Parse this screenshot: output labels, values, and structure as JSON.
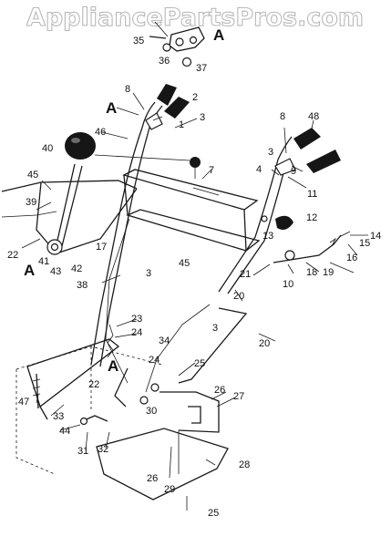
{
  "watermark": "AppliancePartsPros.com",
  "ref_labels": {
    "a_top": "A",
    "a_handle": "A",
    "a_left": "A",
    "a_lower": "A"
  },
  "callouts": {
    "c1": "1",
    "c2": "2",
    "c3a": "3",
    "c3b": "3",
    "c3c": "3",
    "c3d": "3",
    "c4": "4",
    "c7": "7",
    "c8a": "8",
    "c8b": "8",
    "c9": "9",
    "c10": "10",
    "c11": "11",
    "c12": "12",
    "c13": "13",
    "c14": "14",
    "c15": "15",
    "c16": "16",
    "c17": "17",
    "c18": "18",
    "c19": "19",
    "c20a": "20",
    "c20b": "20",
    "c21": "21",
    "c22a": "22",
    "c22b": "22",
    "c23": "23",
    "c24a": "24",
    "c24b": "24",
    "c25a": "25",
    "c25b": "25",
    "c26a": "26",
    "c26b": "26",
    "c27": "27",
    "c28": "28",
    "c29": "29",
    "c30": "30",
    "c31": "31",
    "c32": "32",
    "c33": "33",
    "c34": "34",
    "c35": "35",
    "c36": "36",
    "c37": "37",
    "c38": "38",
    "c39": "39",
    "c40": "40",
    "c41": "41",
    "c42": "42",
    "c43": "43",
    "c44": "44",
    "c45a": "45",
    "c45b": "45",
    "c46": "46",
    "c47": "47",
    "c48": "48"
  }
}
